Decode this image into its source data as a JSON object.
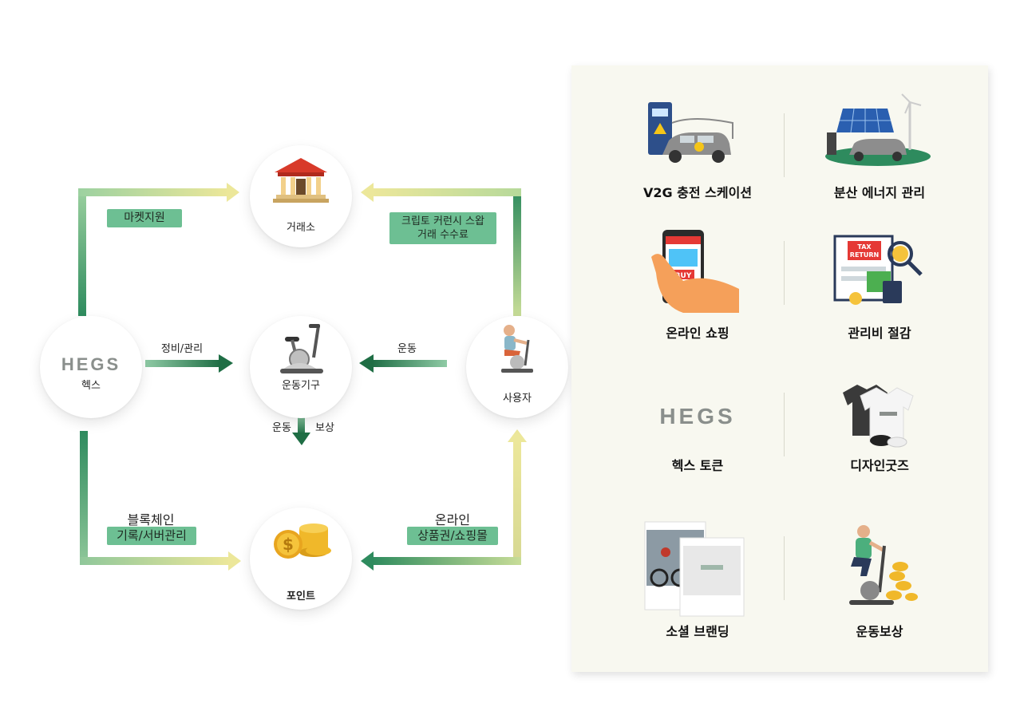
{
  "diagram": {
    "nodes": {
      "exchange": "거래소",
      "hegs": "헥스",
      "equipment": "운동기구",
      "user": "사용자",
      "point": "포인트"
    },
    "logo_text": "HEGS",
    "tags": {
      "market_support": "마켓지원",
      "swap_line1": "크립토 커런시 스왑",
      "swap_line2": "거래 수수료",
      "blockchain_line2": "기록/서버관리",
      "online_line2": "상품권/쇼핑몰"
    },
    "captions": {
      "maintenance": "정비/관리",
      "exercise": "운동",
      "exercise_reward_left": "운동",
      "exercise_reward_right": "보상",
      "blockchain_line1": "블록체인",
      "online_line1": "온라인"
    }
  },
  "benefits": [
    {
      "label": "V2G 충전 스케이션",
      "icon": "ev-charging-station-icon"
    },
    {
      "label": "분산 에너지 관리",
      "icon": "solar-wind-energy-icon"
    },
    {
      "label": "온라인 쇼핑",
      "icon": "mobile-shopping-icon"
    },
    {
      "label": "관리비 절감",
      "icon": "tax-return-icon"
    },
    {
      "label": "헥스 토큰",
      "icon": "hegs-token-logo"
    },
    {
      "label": "디자인굿즈",
      "icon": "design-goods-icon"
    },
    {
      "label": "소셜 브랜딩",
      "icon": "social-post-icon"
    },
    {
      "label": "운동보상",
      "icon": "exercise-reward-icon"
    }
  ],
  "benefit_images": {
    "tax_line1": "TAX",
    "tax_line2": "RETURN",
    "buy": "BUY"
  },
  "colors": {
    "green_dark": "#2e7d55",
    "green_mid": "#6dbf93",
    "yellow_light": "#e8e49a",
    "panel_bg": "#f8f8f0"
  }
}
